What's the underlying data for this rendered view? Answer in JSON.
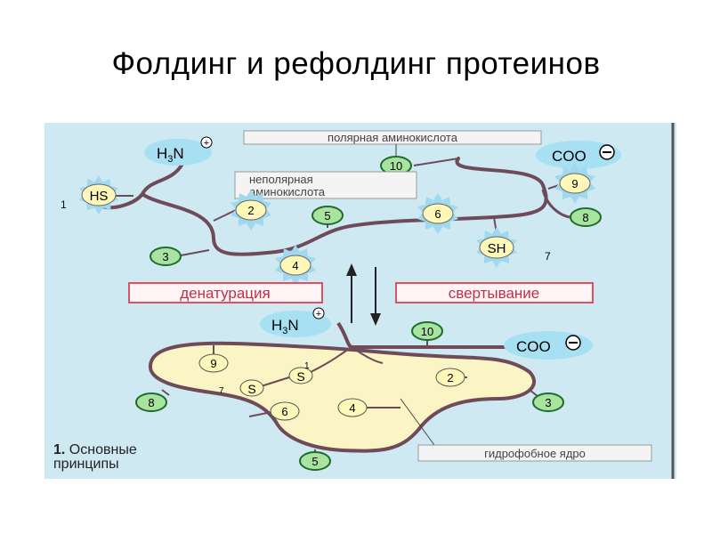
{
  "slide": {
    "title": "Фолдинг и рефолдинг протеинов"
  },
  "figure": {
    "colors": {
      "background": "#cfe9f3",
      "backbone": "#6f4a58",
      "polar_fill": "#a8e4a0",
      "polar_stroke": "#1f6b2a",
      "nonpolar_fill": "#fff8b8",
      "nonpolar_halo": "#9fd8ef",
      "core_fill": "#fbf4c4",
      "label_box_border": "#e05060",
      "label_text": "#c0304a"
    },
    "top": {
      "n_terminus": {
        "base": "H",
        "sub": "3",
        "tail": "N",
        "charge": "+"
      },
      "c_terminus": {
        "text": "COO",
        "charge": "−"
      },
      "callout_polar": "полярная аминокислота",
      "callout_nonpolar_line1": "неполярная",
      "callout_nonpolar_line2": "аминокислота",
      "hs_label": "HS",
      "hs_index": "1",
      "sh_label": "SH",
      "sh_index": "7",
      "residues": [
        "10",
        "2",
        "5",
        "6",
        "9",
        "8",
        "3",
        "4"
      ]
    },
    "middle": {
      "denaturation_label": "денатурация",
      "folding_label": "свертывание"
    },
    "bottom": {
      "n_terminus": {
        "base": "H",
        "sub": "3",
        "tail": "N",
        "charge": "+"
      },
      "c_terminus": {
        "text": "COO",
        "charge": "−"
      },
      "residues": [
        "10",
        "9",
        "2",
        "3",
        "8",
        "6",
        "4",
        "5"
      ],
      "s_label": "S",
      "s_index_a": "1",
      "s_index_b": "7",
      "core_callout": "гидрофобное ядро",
      "caption_number": "1.",
      "caption_line1": "Основные",
      "caption_line2": "принципы"
    }
  }
}
